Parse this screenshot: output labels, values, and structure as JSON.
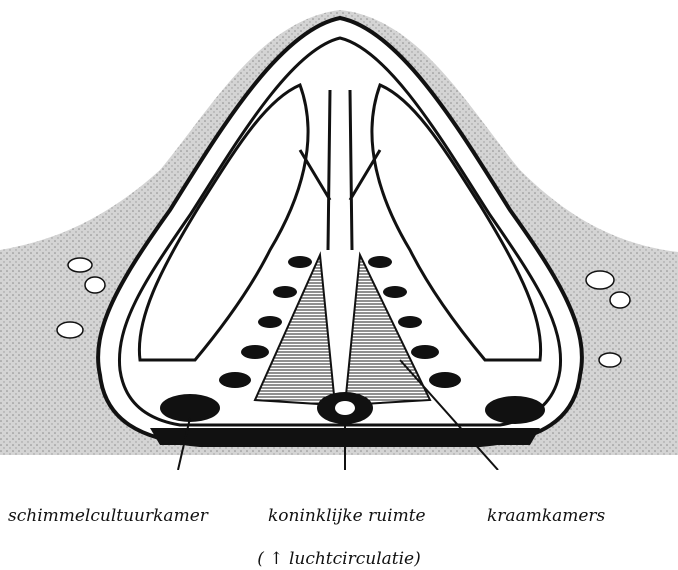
{
  "labels": {
    "fungus_chamber": "schimmelcultuurkamer",
    "royal_chamber": "koninklijke ruimte",
    "brood_chambers": "kraamkamers"
  },
  "caption": "( ↑ luchtcirculatie)",
  "colors": {
    "ink": "#111111",
    "soil": "#c8c8c8",
    "paper": "#ffffff"
  }
}
